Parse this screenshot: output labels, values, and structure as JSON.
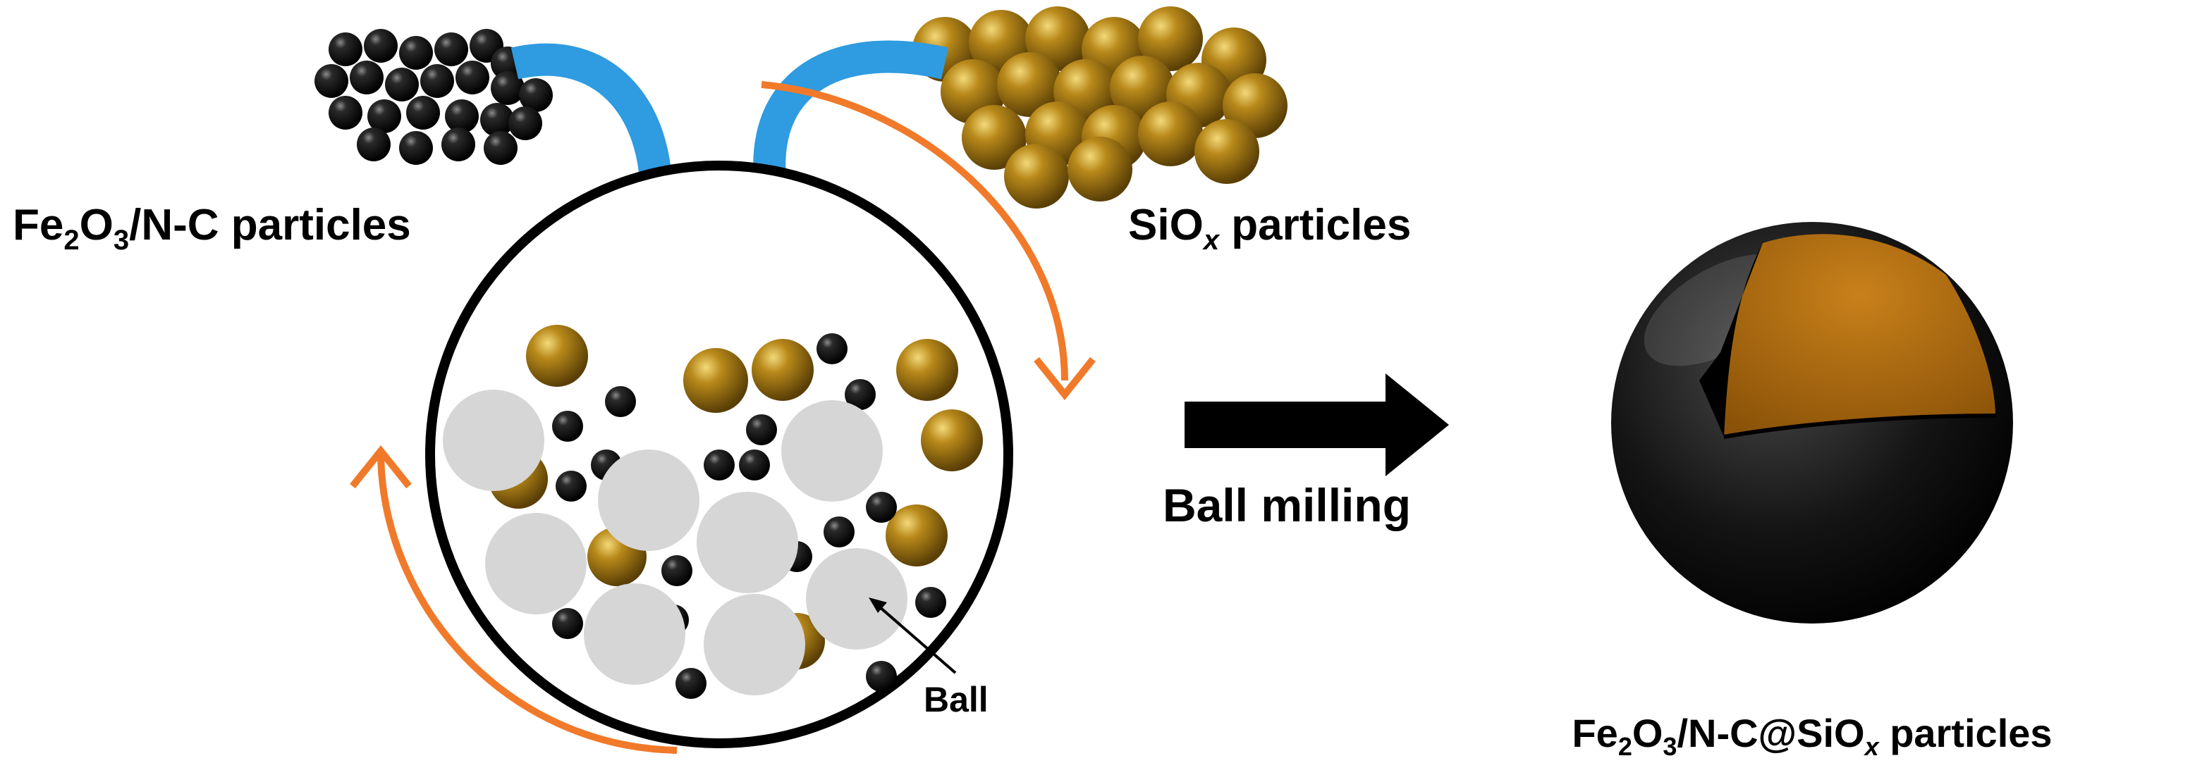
{
  "labels": {
    "left_pre": "Fe",
    "left_sub1": "2",
    "left_mid": "O",
    "left_sub2": "3",
    "left_post": "/N-C particles",
    "right_pre": "SiO",
    "right_sub": "x",
    "right_post": " particles",
    "process": "Ball milling",
    "ball": "Ball",
    "product_pre": "Fe",
    "product_sub1": "2",
    "product_mid": "O",
    "product_sub2": "3",
    "product_mid2": "/N-C@SiO",
    "product_sub3": "x",
    "product_post": " particles"
  },
  "colors": {
    "feed_arrow": "#2f9be0",
    "rotation_arrow": "#f07a2a",
    "siox": "#a87c0f",
    "fe2o3_nc": "#111111",
    "milling_ball": "#d6d6d6",
    "core_shell": "#b06d12"
  }
}
